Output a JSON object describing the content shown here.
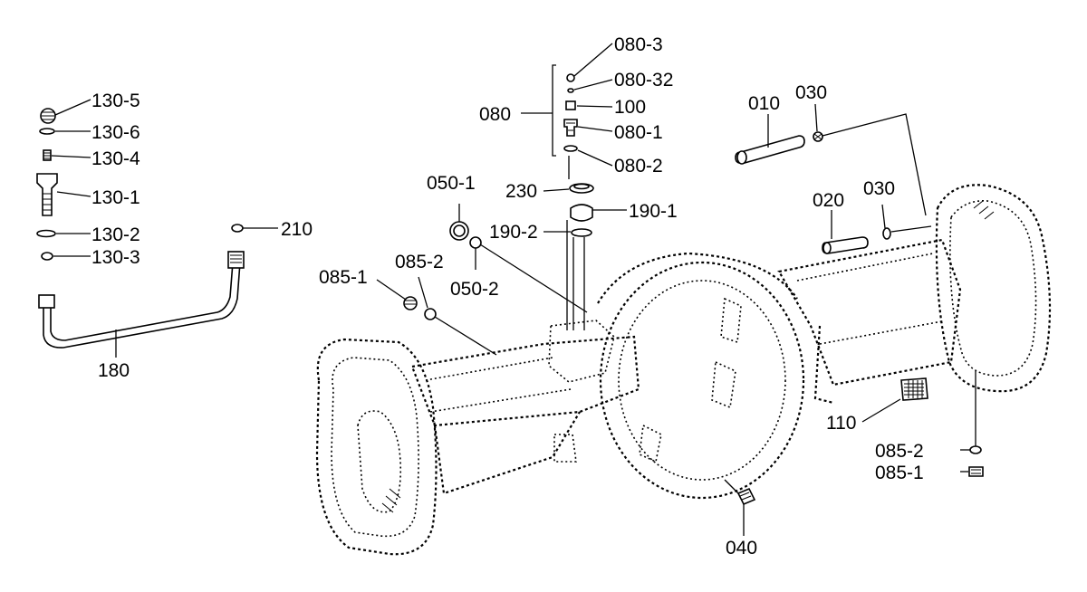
{
  "labels": {
    "p080_3": "080-3",
    "p080_32": "080-32",
    "p080": "080",
    "p100": "100",
    "p080_1": "080-1",
    "p080_2": "080-2",
    "p230": "230",
    "p190_1": "190-1",
    "p190_2": "190-2",
    "p050_1": "050-1",
    "p050_2": "050-2",
    "p085_1_left": "085-1",
    "p085_2_left": "085-2",
    "p130_5": "130-5",
    "p130_6": "130-6",
    "p130_4": "130-4",
    "p130_1": "130-1",
    "p130_2": "130-2",
    "p130_3": "130-3",
    "p210": "210",
    "p180": "180",
    "p010": "010",
    "p030_top": "030",
    "p020": "020",
    "p030_mid": "030",
    "p110": "110",
    "p085_2_right": "085-2",
    "p085_1_right": "085-1",
    "p040": "040"
  }
}
